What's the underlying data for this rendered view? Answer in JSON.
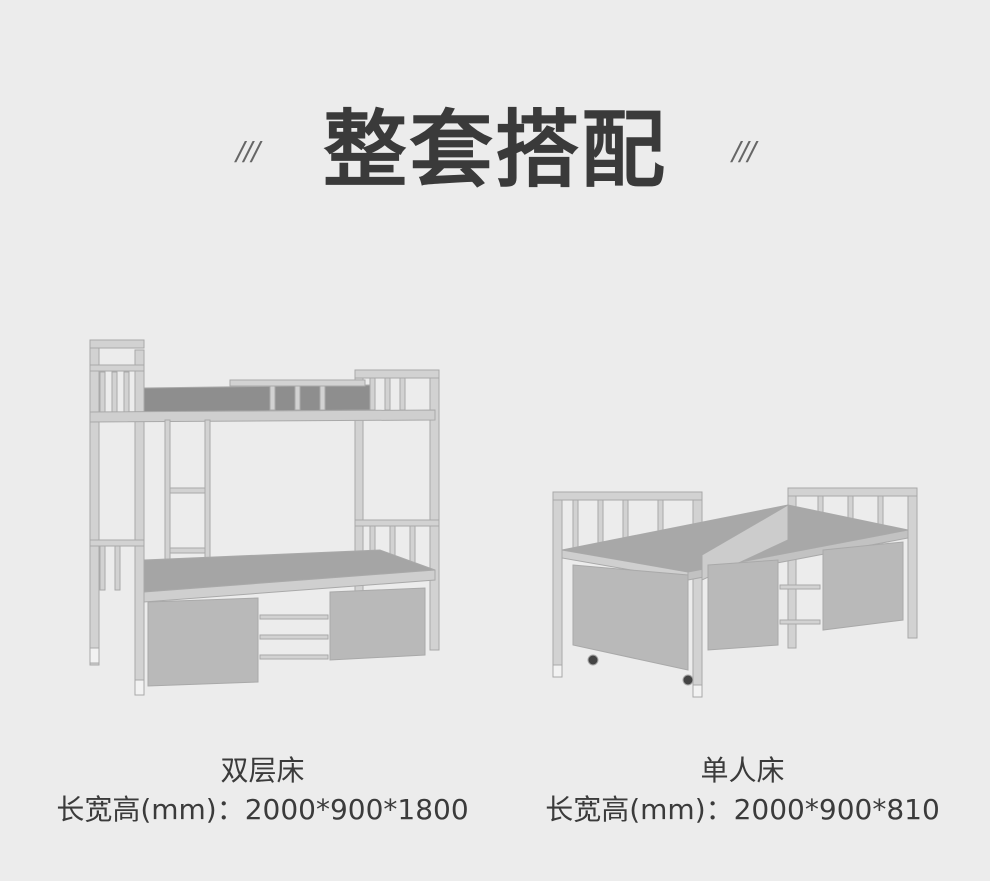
{
  "header": {
    "title": "整套搭配",
    "left_decoration": "///",
    "right_decoration": "///"
  },
  "products": [
    {
      "name": "双层床",
      "dimensions": "长宽高(mm)：2000*900*1800",
      "image_icon": "bunk-bed-image"
    },
    {
      "name": "单人床",
      "dimensions": "长宽高(mm)：2000*900*810",
      "image_icon": "single-bed-image"
    }
  ],
  "colors": {
    "background": "#ececec",
    "frame": "#c9c9c9",
    "cabinet": "#b7b7b7",
    "text": "#333333"
  }
}
